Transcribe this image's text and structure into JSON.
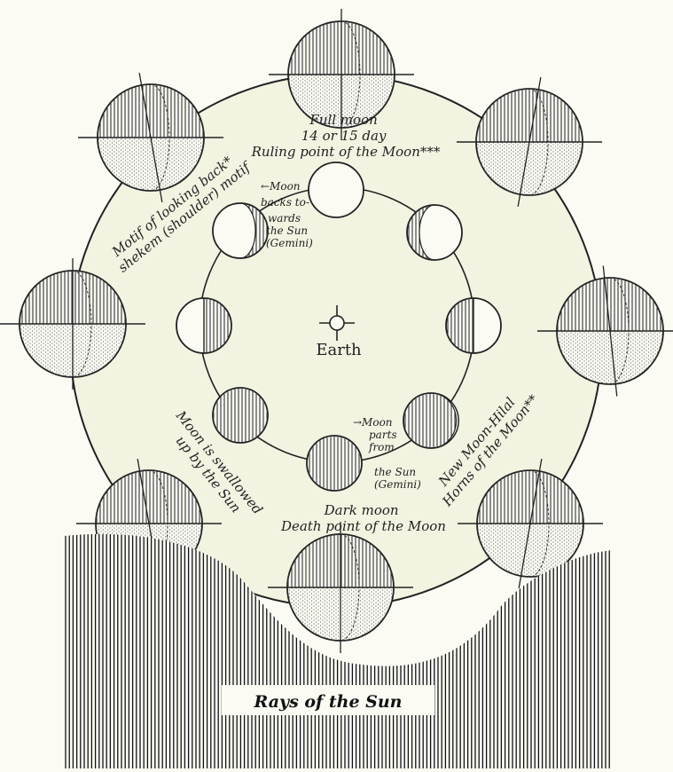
{
  "center_label": "Earth",
  "labels": {
    "full_moon": [
      "Full moon",
      "14 or 15 day",
      "Ruling point of the Moon***"
    ],
    "looking_back": [
      "Motif of looking back*",
      "shekem (shoulder) motif"
    ],
    "moon_backs": [
      "←Moon",
      "backs to-",
      "wards",
      "the Sun",
      "(Gemini)"
    ],
    "moon_parts": [
      "→Moon",
      "parts",
      "from",
      "the Sun",
      "(Gemini)"
    ],
    "swallowed": [
      "Moon is swallowed",
      "up by the Sun"
    ],
    "new_moon": [
      "New Moon-Hilal",
      "Horns of the Moon**"
    ],
    "dark_moon": [
      "Dark moon",
      "Death point of the Moon"
    ],
    "rays": "Rays of the Sun"
  },
  "colors": {
    "ink": "#222222",
    "disc": "#f3f3e2",
    "paper": "#fbfbf4"
  }
}
